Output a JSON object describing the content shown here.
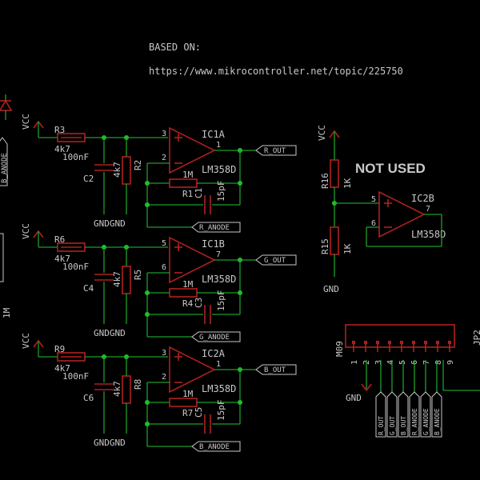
{
  "header": {
    "based_on": "BASED ON:",
    "url": "https://www.mikrocontroller.net/topic/225750"
  },
  "labels": {
    "not_used": "NOT USED",
    "vcc": "VCC",
    "gnd": "GND",
    "gndgnd": "GNDGND",
    "lm358d": "LM358D",
    "ic1a": "IC1A",
    "ic1b": "IC1B",
    "ic2a": "IC2A",
    "ic2b": "IC2B",
    "r3": "R3",
    "r2": "R2",
    "r1": "R1",
    "c1": "C1",
    "c2": "C2",
    "r6": "R6",
    "r5": "R5",
    "r4": "R4",
    "c3": "C3",
    "c4": "C4",
    "r9": "R9",
    "r8": "R8",
    "r7": "R7",
    "c5": "C5",
    "c6": "C6",
    "r16": "R16",
    "r15": "R15",
    "4k7": "4k7",
    "100nf": "100nF",
    "1m": "1M",
    "15pf": "15pF",
    "1k": "1K",
    "m09": "M09",
    "jp2": "JP2",
    "pin1": "1",
    "pin2": "2",
    "pin3": "3",
    "pin5": "5",
    "pin6": "6",
    "pin7": "7",
    "r_out": "R_OUT",
    "g_out": "G_OUT",
    "b_out": "B_OUT",
    "r_anode": "R_ANODE",
    "g_anode": "G_ANODE",
    "b_anode": "B_ANODE",
    "left_1m": "1M"
  },
  "connector_pins": [
    "1",
    "2",
    "3",
    "4",
    "5",
    "6",
    "7",
    "8",
    "9"
  ],
  "connector_nets": [
    "R_OUT",
    "G_OUT",
    "B_OUT",
    "R_ANODE",
    "G_ANODE",
    "B_ANODE"
  ]
}
